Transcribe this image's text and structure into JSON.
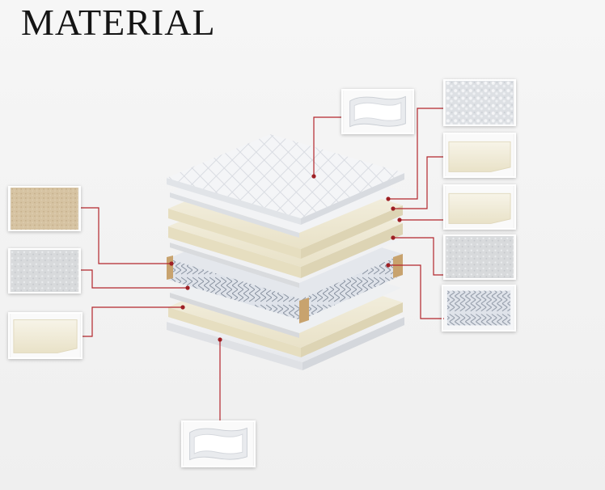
{
  "title": "MATERIAL",
  "colors": {
    "leader_line": "#b3262c",
    "marker_dot": "#9e1f24",
    "title_text": "#141414",
    "cover_fabric": "#f4f5f7",
    "foam": "#f3efdf",
    "felt": "#d8dadc",
    "natural_fiber": "#d6c3a2",
    "spring_core": "#c9ced6",
    "frame_edge": "#c8a36e"
  },
  "swatches": [
    {
      "id": "cover-fabric-top",
      "icon": "cover-fabric-icon"
    },
    {
      "id": "cotton-padding",
      "icon": "cotton-padding-icon"
    },
    {
      "id": "foam-layer-1",
      "icon": "foam-icon"
    },
    {
      "id": "foam-layer-2",
      "icon": "foam-icon"
    },
    {
      "id": "felt-pad-right",
      "icon": "felt-icon"
    },
    {
      "id": "pocket-springs",
      "icon": "pocket-spring-icon"
    },
    {
      "id": "natural-fiber",
      "icon": "natural-fiber-icon"
    },
    {
      "id": "felt-pad-left",
      "icon": "felt-icon"
    },
    {
      "id": "foam-layer-bottom",
      "icon": "foam-icon"
    },
    {
      "id": "cover-fabric-bottom",
      "icon": "cover-fabric-icon"
    }
  ]
}
